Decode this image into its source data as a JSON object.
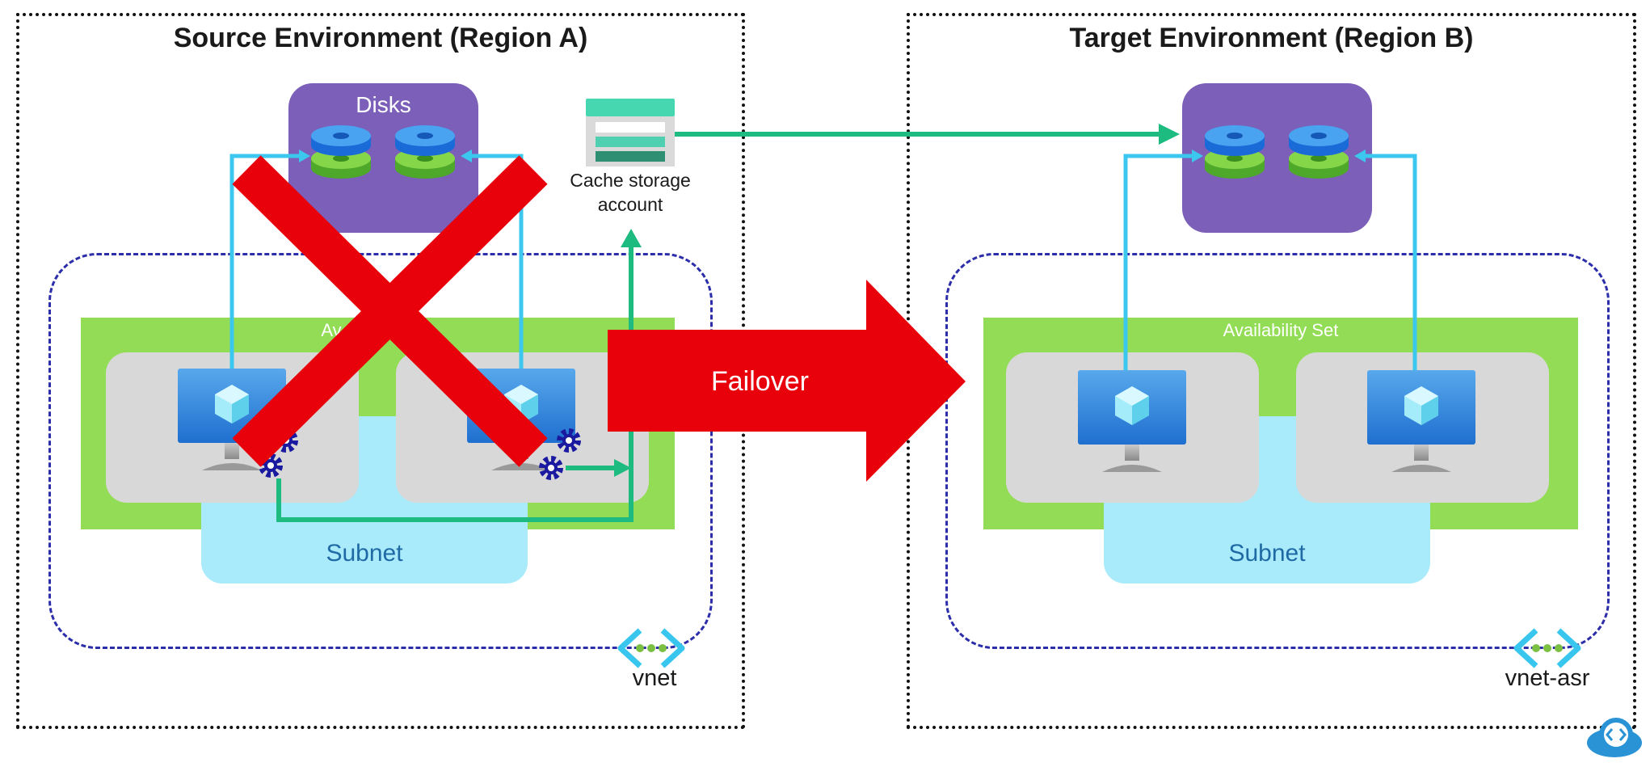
{
  "source": {
    "title": "Source Environment (Region A)",
    "disks_label": "Disks",
    "availability_label": "Av",
    "subnet_label": "Subnet",
    "vnet_label": "vnet"
  },
  "cache": {
    "line1": "Cache storage",
    "line2": "account"
  },
  "failover": {
    "label": "Failover"
  },
  "target": {
    "title": "Target Environment (Region B)",
    "availability_label": "Availability Set",
    "subnet_label": "Subnet",
    "vnet_label": "vnet-asr"
  },
  "colors": {
    "disk_panel": "#7b5fb8",
    "availability_set": "#92dd55",
    "subnet": "#a9ebfb",
    "replication_arrow": "#1dbb7f",
    "connection_line": "#3cc8ee",
    "failure_x": "#e8000b",
    "failover_arrow": "#e8000b"
  }
}
